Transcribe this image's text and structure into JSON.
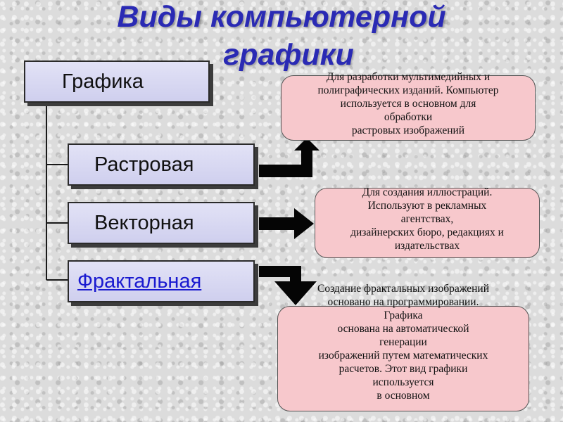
{
  "title": {
    "line1": "Виды компьютерной",
    "line2": "графики"
  },
  "categories": {
    "root": "Графика",
    "raster": "Растровая",
    "vector": "Векторная",
    "fractal": "Фрактальная"
  },
  "descriptions": {
    "raster": "Для разработки мультимедийных и\nполиграфических изданий. Компьютер\nиспользуется в основном для\nобработки\nрастровых изображений",
    "vector": "Для создания иллюстраций.\nИспользуют в рекламных\nагентствах,\nдизайнерских бюро, редакциях и\nиздательствах",
    "fractal": "Создание фрактальных изображений\nосновано на программировании.\nГрафика\nоснована на автоматической\nгенерации\nизображений путем математических\nрасчетов. Этот вид графики\nиспользуется\nв основном"
  },
  "colors": {
    "title": "#2a2ab4",
    "category_fill": "#d8d8f2",
    "description_fill": "#f7c8cc",
    "link": "#1a1ad0"
  }
}
